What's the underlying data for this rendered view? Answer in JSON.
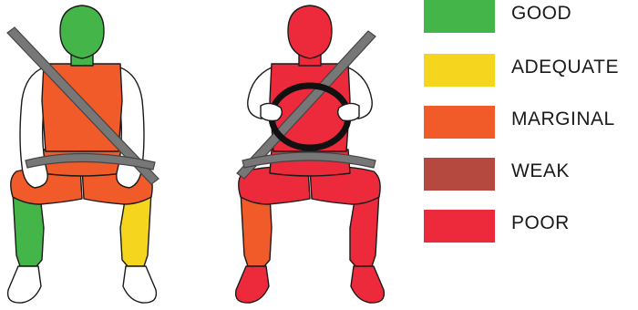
{
  "colors": {
    "good": "#44b649",
    "adequate": "#f6d51f",
    "marginal": "#f15a29",
    "weak": "#b5493f",
    "poor": "#ed2a3b",
    "neutral": "#ffffff",
    "belt": "#777777",
    "wheel": "#111111"
  },
  "legend": [
    {
      "label": "GOOD",
      "color": "#44b649"
    },
    {
      "label": "ADEQUATE",
      "color": "#f6d51f"
    },
    {
      "label": "MARGINAL",
      "color": "#f15a29"
    },
    {
      "label": "WEAK",
      "color": "#b5493f"
    },
    {
      "label": "POOR",
      "color": "#ed2a3b"
    }
  ],
  "dummies": [
    {
      "seat": "passenger",
      "ratings": {
        "head": "good",
        "torso": "marginal",
        "arms": "neutral",
        "pelvis": "marginal",
        "left_thigh": "marginal",
        "right_thigh": "marginal",
        "left_leg": "good",
        "right_leg": "adequate",
        "feet": "neutral"
      }
    },
    {
      "seat": "driver",
      "ratings": {
        "head": "poor",
        "torso": "poor",
        "arms": "neutral",
        "pelvis": "poor",
        "left_thigh": "poor",
        "right_thigh": "poor",
        "left_leg": "marginal",
        "right_leg": "poor",
        "feet": "poor"
      }
    }
  ]
}
